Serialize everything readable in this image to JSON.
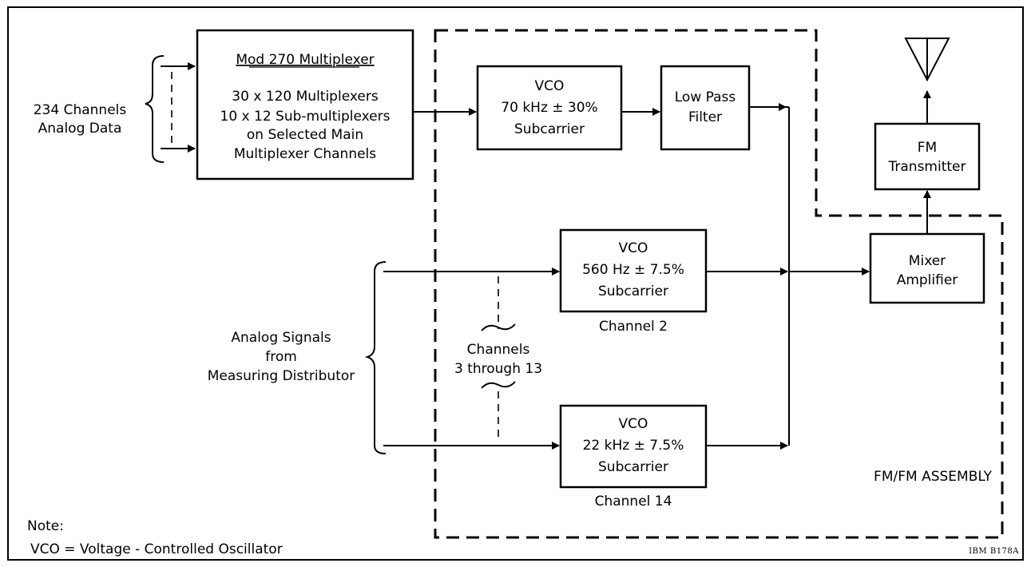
{
  "left_input": {
    "line1": "234 Channels",
    "line2": "Analog Data"
  },
  "multiplexer": {
    "title": "Mod 270 Multiplexer",
    "line1": "30 x 120 Multiplexers",
    "line2": "10 x 12 Sub-multiplexers",
    "line3": "on Selected Main",
    "line4": "Multiplexer Channels"
  },
  "vco_70k": {
    "line1": "VCO",
    "line2": "70 kHz ± 30%",
    "line3": "Subcarrier"
  },
  "low_pass_filter": {
    "line1": "Low Pass",
    "line2": "Filter"
  },
  "fm_transmitter": {
    "line1": "FM",
    "line2": "Transmitter"
  },
  "mixer_amplifier": {
    "line1": "Mixer",
    "line2": "Amplifier"
  },
  "vco_ch2": {
    "line1": "VCO",
    "line2": "560 Hz ± 7.5%",
    "line3": "Subcarrier",
    "caption": "Channel 2"
  },
  "vco_ch14": {
    "line1": "VCO",
    "line2": "22 kHz ± 7.5%",
    "line3": "Subcarrier",
    "caption": "Channel 14"
  },
  "channels_range": {
    "line1": "Channels",
    "line2": "3 through 13"
  },
  "analog_signals": {
    "line1": "Analog Signals",
    "line2": "from",
    "line3": "Measuring Distributor"
  },
  "assembly_label": "FM/FM ASSEMBLY",
  "note": {
    "title": "Note:",
    "text": "VCO = Voltage - Controlled Oscillator"
  },
  "figure_id": "IBM B178A"
}
